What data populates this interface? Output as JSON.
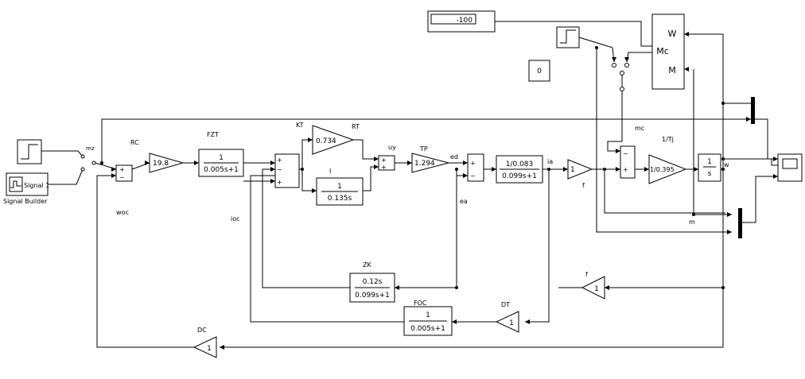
{
  "constant_minus100": "-100",
  "constant_0": "0",
  "motor_ports": {
    "w": "W",
    "mc": "Mc",
    "m": "M"
  },
  "labels": {
    "rc": "RC",
    "fzt": "FZT",
    "kt": "KT",
    "rt": "RT",
    "i_block": "I",
    "uy": "uy",
    "tp": "TP",
    "ed": "ed",
    "ia": "ia",
    "ea": "ea",
    "f_gain": "f",
    "f_feedback": "f",
    "tj": "1/Tj",
    "mc": "mc",
    "w_out": "w",
    "m_out": "m",
    "woc": "woc",
    "ioc": "ioc",
    "zk": "ZK",
    "foc": "FOC",
    "dt": "DT",
    "dc": "DC",
    "mz": "mz",
    "signal_builder": "Signal Builder",
    "signal_builder_icon": "Signal 1"
  },
  "gains": {
    "rc": "19.8",
    "kt": "0.734",
    "tp": "1.294",
    "f": "1",
    "tj": "1/0.395",
    "f_fb": "1",
    "dt": "1",
    "dc": "1"
  },
  "transfer_functions": {
    "fzt": {
      "num": "1",
      "den": "0.005s+1"
    },
    "integrator_i": {
      "num": "1",
      "den": "0.135s"
    },
    "armature": {
      "num": "1/0.083",
      "den": "0.099s+1"
    },
    "integrator_w": {
      "num": "1",
      "den": "s"
    },
    "zk": {
      "num": "0.12s",
      "den": "0.099s+1"
    },
    "foc": {
      "num": "1",
      "den": "0.005s+1"
    }
  },
  "signs": {
    "plus": "+",
    "minus": "−"
  }
}
